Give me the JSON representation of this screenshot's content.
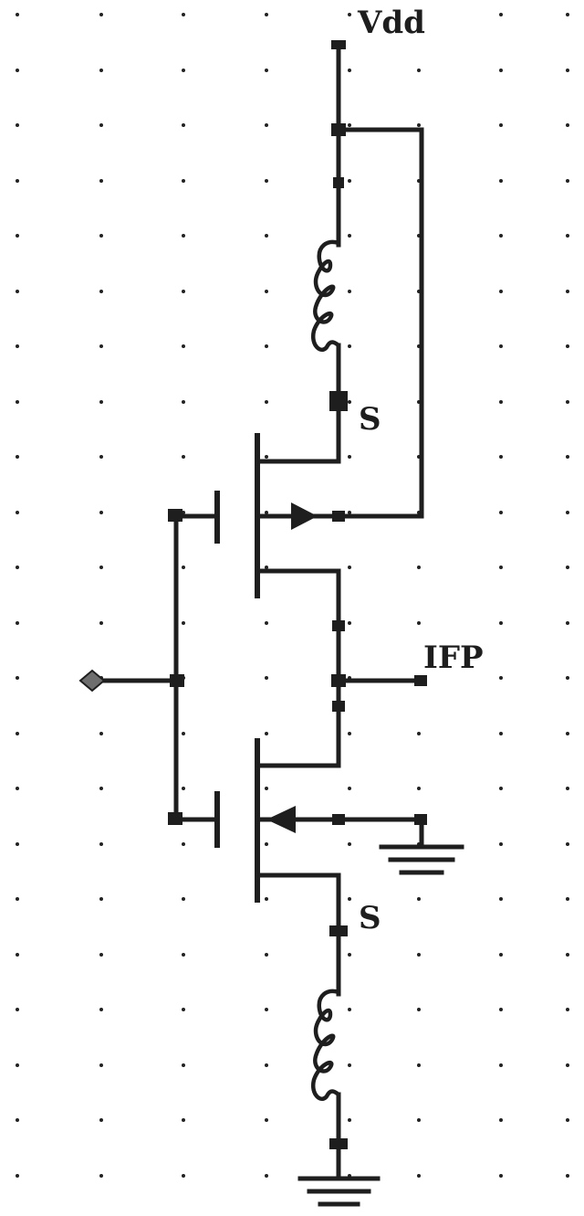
{
  "diagram": {
    "type": "circuit-schematic",
    "labels": {
      "supply": "Vdd",
      "output": "IFP",
      "upper_source": "S",
      "lower_source": "S"
    },
    "components": [
      {
        "kind": "inductor",
        "role": "upper inductor, Vdd to PMOS source"
      },
      {
        "kind": "pmos-transistor",
        "role": "upper transistor"
      },
      {
        "kind": "nmos-transistor",
        "role": "lower transistor"
      },
      {
        "kind": "inductor",
        "role": "lower inductor, NMOS source to ground"
      },
      {
        "kind": "ground",
        "role": "body ground"
      },
      {
        "kind": "ground",
        "role": "bottom ground"
      },
      {
        "kind": "input-port",
        "role": "gate input"
      }
    ],
    "colors": {
      "ink": "#1e1e1e",
      "background": "#ffffff"
    }
  }
}
